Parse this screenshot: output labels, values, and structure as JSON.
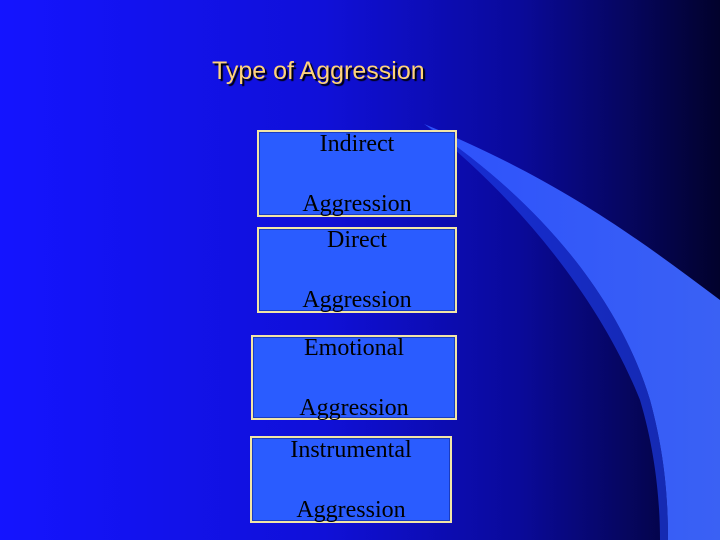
{
  "slide": {
    "title": "Type of Aggression",
    "boxes": [
      {
        "line1": "Indirect",
        "line2": "Aggression"
      },
      {
        "line1": "Direct",
        "line2": "Aggression"
      },
      {
        "line1": "Emotional",
        "line2": "Aggression"
      },
      {
        "line1": "Instrumental",
        "line2": "Aggression"
      }
    ]
  },
  "colors": {
    "background": "#1414ff",
    "title": "#ffd37a",
    "box_fill": "#2a5cff",
    "box_border": "#f2e6a6",
    "swoosh": "#3a63ff"
  }
}
